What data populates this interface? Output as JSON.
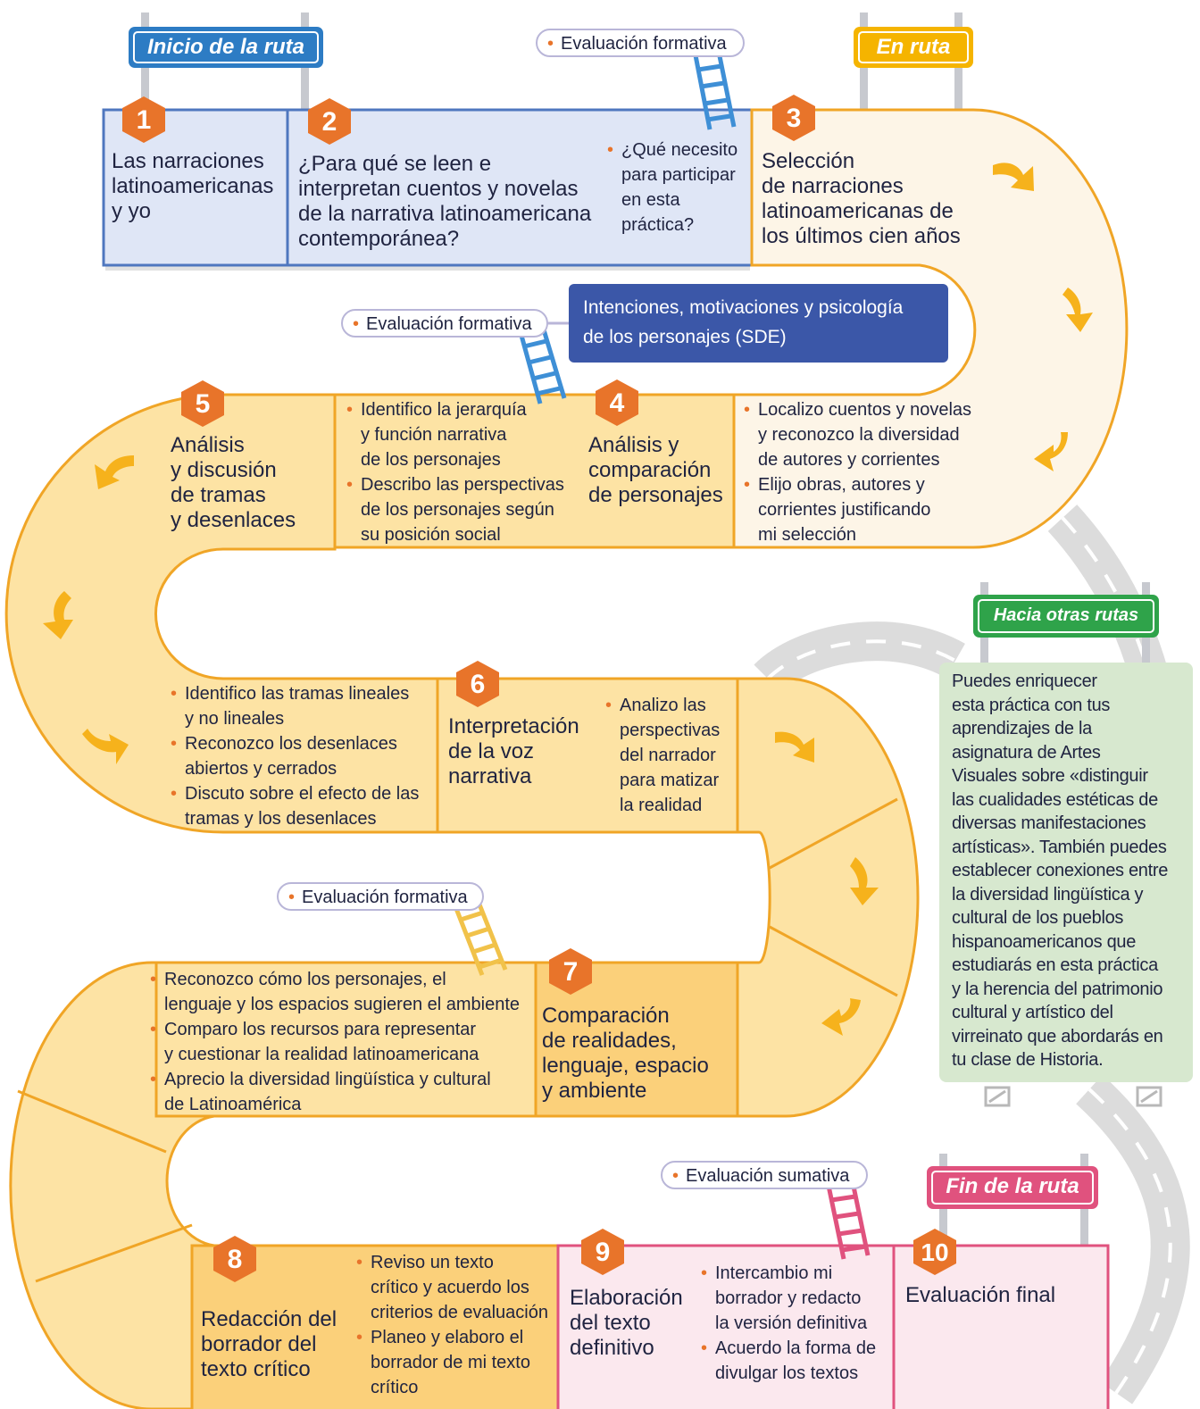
{
  "signs": {
    "inicio": "Inicio de la ruta",
    "en_ruta": "En ruta",
    "hacia_otras": "Hacia otras rutas",
    "fin": "Fin de la ruta"
  },
  "evaluations": {
    "e1": "Evaluación formativa",
    "e2": "Evaluación formativa",
    "e3": "Evaluación formativa",
    "e4": "Evaluación sumativa"
  },
  "sde_box": {
    "line1": "Intenciones, motivaciones y psicología",
    "line2": "de los personajes (SDE)"
  },
  "steps": [
    {
      "number": "1",
      "title_lines": [
        "Las narraciones",
        "latinoamericanas",
        "y yo"
      ]
    },
    {
      "number": "2",
      "title_lines": [
        "¿Para qué se leen e",
        "interpretan cuentos y novelas",
        "de la narrativa latinoamericana",
        "contemporánea?"
      ]
    },
    {
      "number": "3",
      "title_lines": [
        "Selección",
        "de narraciones",
        "latinoamericanas de",
        "los últimos cien años"
      ]
    },
    {
      "number": "4",
      "title_lines": [
        "Análisis y",
        "comparación",
        "de personajes"
      ]
    },
    {
      "number": "5",
      "title_lines": [
        "Análisis",
        "y discusión",
        "de tramas",
        "y desenlaces"
      ]
    },
    {
      "number": "6",
      "title_lines": [
        "Interpretación",
        "de la voz",
        "narrativa"
      ]
    },
    {
      "number": "7",
      "title_lines": [
        "Comparación",
        "de realidades,",
        "lenguaje, espacio",
        "y ambiente"
      ]
    },
    {
      "number": "8",
      "title_lines": [
        "Redacción del",
        "borrador del",
        "texto crítico"
      ]
    },
    {
      "number": "9",
      "title_lines": [
        "Elaboración",
        "del texto",
        "definitivo"
      ]
    },
    {
      "number": "10",
      "title_lines": [
        "Evaluación final"
      ]
    }
  ],
  "question_2": [
    "¿Qué necesito",
    "para participar",
    "en esta",
    "práctica?"
  ],
  "bullets": {
    "b3": [
      [
        "Localizo cuentos y novelas",
        "y reconozco la diversidad",
        "de autores y corrientes"
      ],
      [
        "Elijo obras, autores y",
        "corrientes justificando",
        "mi selección"
      ]
    ],
    "b4": [
      [
        "Identifico la jerarquía",
        "y función narrativa",
        "de los personajes"
      ],
      [
        "Describo las perspectivas",
        "de los personajes según",
        "su posición social"
      ]
    ],
    "b5": [
      [
        "Identifico las tramas lineales",
        "y no lineales"
      ],
      [
        "Reconozco los desenlaces",
        "abiertos y cerrados"
      ],
      [
        "Discuto sobre el efecto de las",
        "tramas y los desenlaces"
      ]
    ],
    "b6": [
      [
        "Analizo las",
        "perspectivas",
        "del narrador",
        "para matizar",
        "la realidad"
      ]
    ],
    "b7": [
      [
        "Reconozco cómo los personajes, el",
        "lenguaje y los espacios sugieren el ambiente"
      ],
      [
        "Comparo los recursos para representar",
        "y cuestionar la realidad latinoamericana"
      ],
      [
        "Aprecio la diversidad lingüística y cultural",
        "de Latinoamérica"
      ]
    ],
    "b8": [
      [
        "Reviso un texto",
        "crítico y acuerdo los",
        "criterios de evaluación"
      ],
      [
        "Planeo y elaboro el",
        "borrador de mi texto",
        "crítico"
      ]
    ],
    "b9": [
      [
        "Intercambio mi",
        "borrador y redacto",
        "la versión definitiva"
      ],
      [
        "Acuerdo la forma de",
        "divulgar los textos"
      ]
    ]
  },
  "otras_rutas_lines": [
    "Puedes enriquecer",
    "esta práctica con tus",
    "aprendizajes de la",
    "asignatura de Artes",
    "Visuales sobre «distinguir",
    "las cualidades estéticas de",
    "diversas manifestaciones",
    "artísticas». También puedes",
    "establecer conexiones entre",
    "la diversidad lingüística y",
    "cultural de los pueblos",
    "hispanoamericanos que",
    "estudiarás en esta práctica",
    "y la herencia del patrimonio",
    "cultural y artístico del",
    "virreinato que abordarás en",
    "tu clase de Historia."
  ],
  "colors": {
    "blue_band": "#dfe6f6",
    "blue_line": "#4f77bf",
    "cream": "#fdf5e7",
    "yellow": "#fde3a4",
    "deep_yellow": "#fbd07a",
    "orange_line": "#f0a526",
    "pink": "#fbe8ee",
    "pink_line": "#e0527e",
    "hex": "#e8742a",
    "arrow": "#f6b21c",
    "sde": "#3b57a8",
    "green": "#2fa34a",
    "green_box": "#d7e8cf"
  }
}
